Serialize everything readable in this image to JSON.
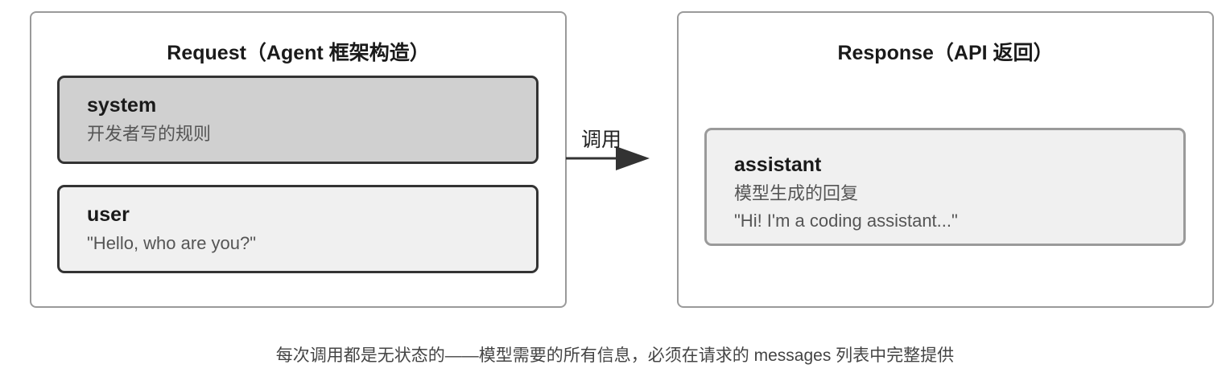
{
  "request": {
    "title": "Request（Agent 框架构造）",
    "messages": [
      {
        "role": "system",
        "content": "开发者写的规则"
      },
      {
        "role": "user",
        "content": "\"Hello, who are you?\""
      }
    ]
  },
  "arrow": {
    "label": "调用"
  },
  "response": {
    "title": "Response（API 返回）",
    "message": {
      "role": "assistant",
      "description": "模型生成的回复",
      "content": "\"Hi! I'm a coding assistant...\""
    }
  },
  "caption": "每次调用都是无状态的——模型需要的所有信息，必须在请求的 messages 列表中完整提供",
  "colors": {
    "system_fill": "#d0d0d0",
    "user_fill": "#f0f0f0",
    "assistant_fill": "#f0f0f0",
    "dark_border": "#333333",
    "light_border": "#9a9a9a"
  }
}
